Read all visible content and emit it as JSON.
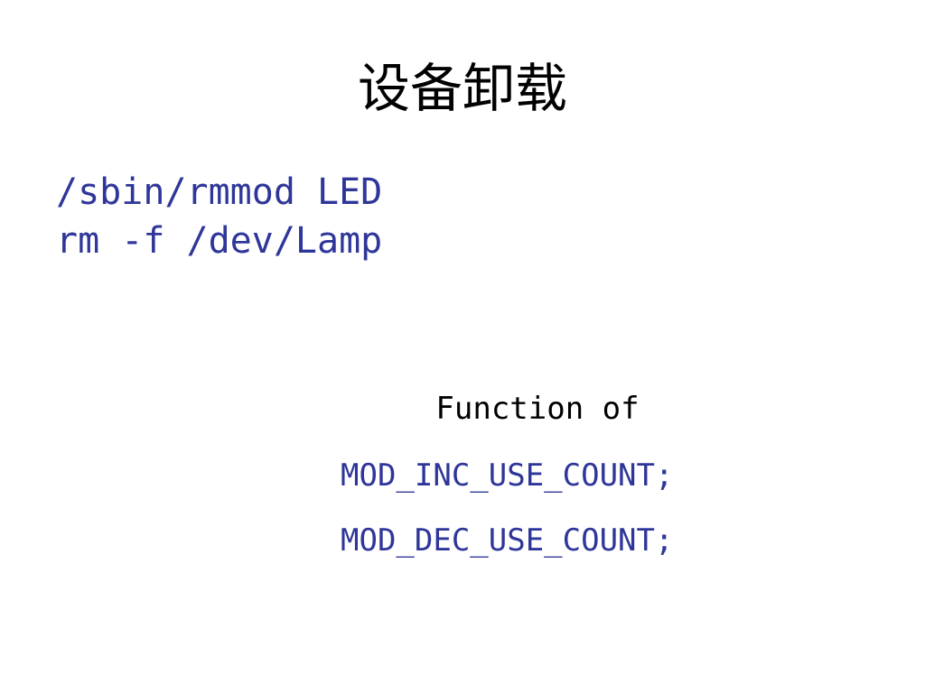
{
  "slide": {
    "title": "设备卸载",
    "commands": [
      "/sbin/rmmod LED",
      "rm -f /dev/Lamp"
    ],
    "function_label": "Function of",
    "macros": [
      "MOD_INC_USE_COUNT;",
      "MOD_DEC_USE_COUNT;"
    ]
  },
  "colors": {
    "code_blue": "#2f3699",
    "text_black": "#000000",
    "background": "#ffffff"
  }
}
